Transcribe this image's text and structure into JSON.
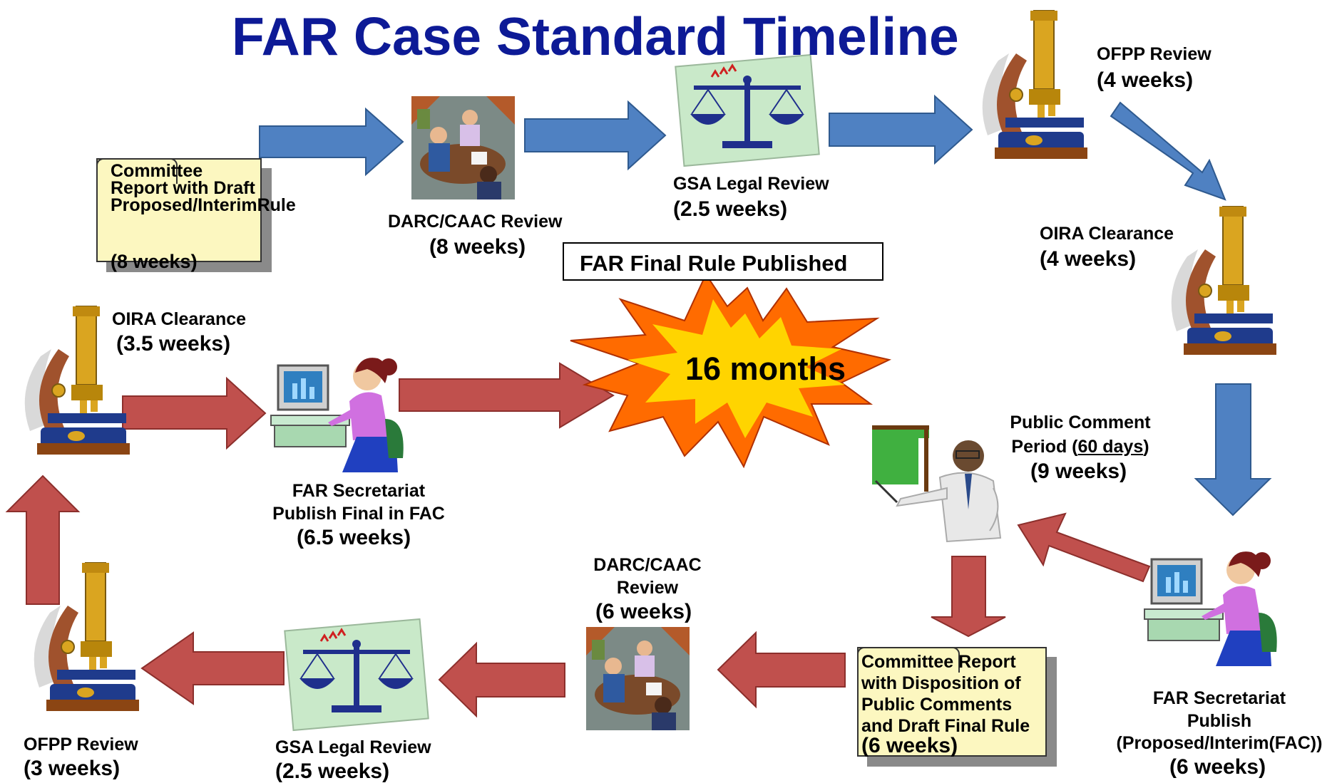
{
  "title": "FAR Case Standard Timeline",
  "colors": {
    "title": "#0d1a96",
    "blue_arrow": "#4f81c2",
    "red_arrow": "#c0504d",
    "note": "#fcf7c0"
  },
  "notes": {
    "top": {
      "text": "Committee Report with Draft Proposed/InterimRule",
      "duration": "(8 weeks)"
    },
    "bottom": {
      "text": "Committee Report with Disposition of Public Comments and Draft Final Rule",
      "duration": "(6 weeks)"
    }
  },
  "steps": {
    "darc_top": {
      "label": "DARC/CAAC Review",
      "duration": "(8 weeks)",
      "icon": "meeting-icon"
    },
    "gsa_top": {
      "label": "GSA Legal Review",
      "duration": "(2.5 weeks)",
      "icon": "scales-icon"
    },
    "ofpp_top": {
      "label": "OFPP Review",
      "duration": "(4 weeks)",
      "icon": "microscope-icon"
    },
    "oira_right": {
      "label": "OIRA Clearance",
      "duration": "(4 weeks)",
      "icon": "microscope-icon"
    },
    "secretariat_right": {
      "label_1": "FAR Secretariat",
      "label_2": "Publish",
      "label_3": "(Proposed/Interim(FAC))",
      "duration": "(6 weeks)",
      "icon": "computer-user-icon"
    },
    "public_comment": {
      "label_1": "Public Comment",
      "label_2a": "Period (",
      "label_2b": "60 days",
      "label_2c": ")",
      "duration": "(9 weeks)",
      "icon": "presenter-icon"
    },
    "darc_bottom": {
      "label_1": "DARC/CAAC",
      "label_2": "Review",
      "duration": "(6 weeks)",
      "icon": "meeting-icon"
    },
    "gsa_bottom": {
      "label": "GSA Legal Review",
      "duration": "(2.5 weeks)",
      "icon": "scales-icon"
    },
    "ofpp_bottom": {
      "label": "OFPP Review",
      "duration": "(3 weeks)",
      "icon": "microscope-icon"
    },
    "oira_left": {
      "label": "OIRA Clearance",
      "duration": "(3.5 weeks)",
      "icon": "microscope-icon"
    },
    "secretariat_left": {
      "label_1": "FAR Secretariat",
      "label_2": "Publish Final in FAC",
      "duration": "(6.5 weeks)",
      "icon": "computer-user-icon"
    }
  },
  "final": {
    "box_label": "FAR Final Rule Published",
    "burst_text": "16 months",
    "icon": "starburst-icon"
  }
}
